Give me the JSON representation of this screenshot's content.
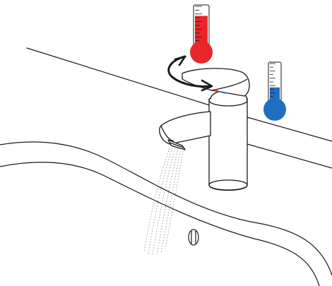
{
  "colors": {
    "hot": "#e8262a",
    "cold": "#1f6fbf",
    "line": "#1a1a1a",
    "arrow": "#1a1a1a",
    "background": "#ffffff"
  },
  "icons": {
    "hot_thermometer": "thermometer-hot-icon",
    "cold_thermometer": "thermometer-cold-icon",
    "rotation_arrow": "curved-double-arrow-icon",
    "faucet": "basin-mixer-tap",
    "overflow": "sink-overflow-icon"
  },
  "indicators": {
    "hot_level": 0.75,
    "cold_level": 0.35
  },
  "tick_count": 10
}
